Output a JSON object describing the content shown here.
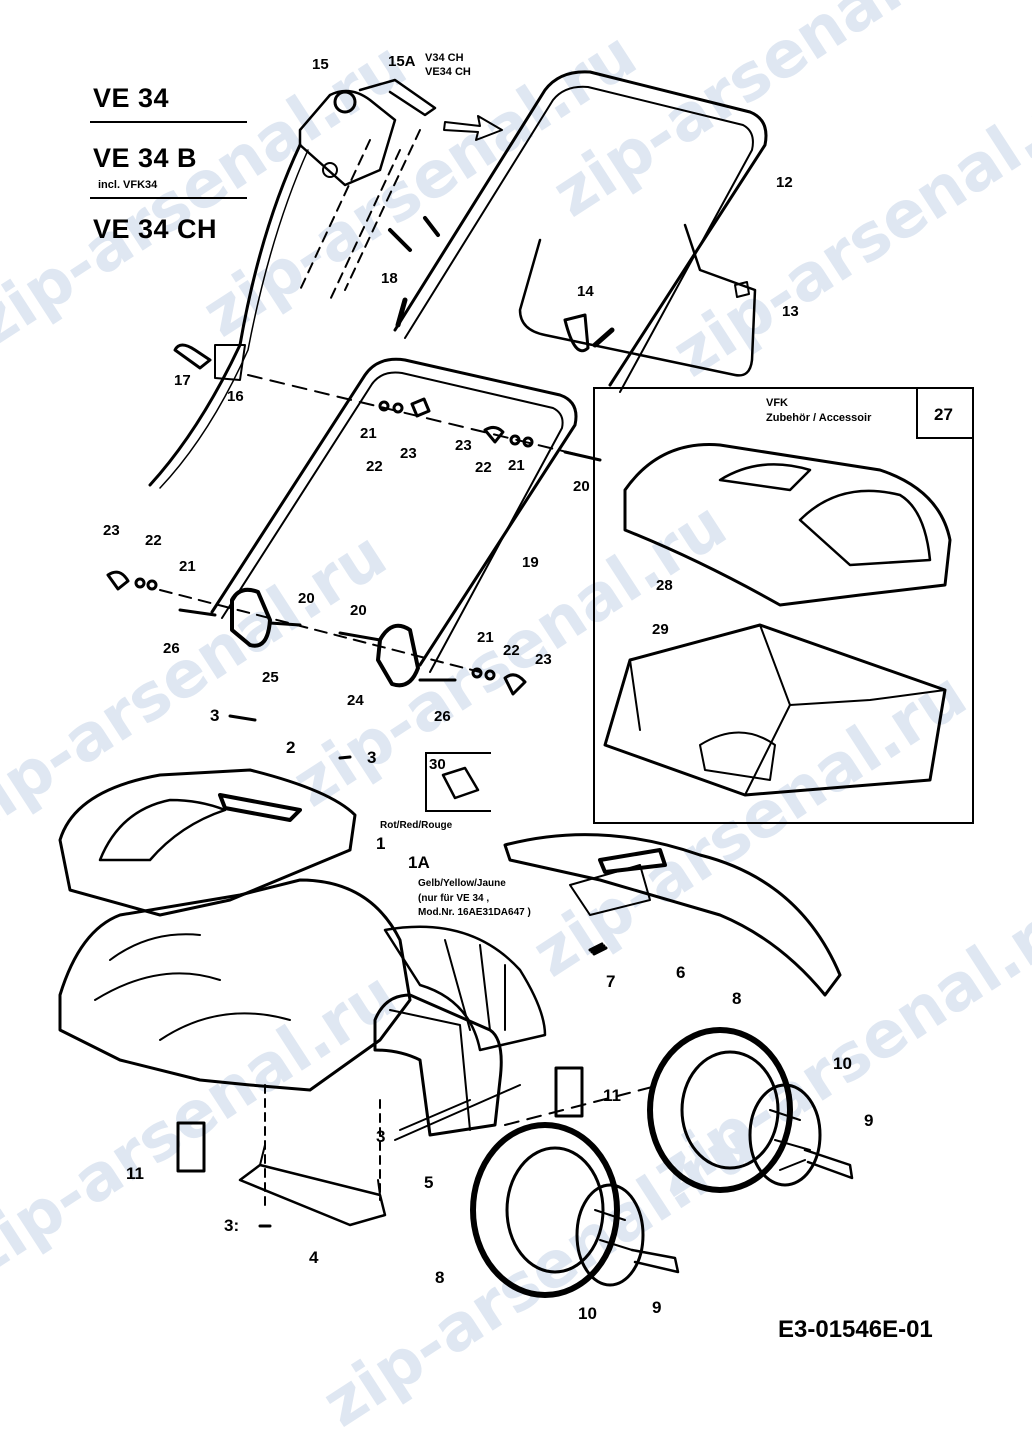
{
  "models": {
    "m1": "VE 34",
    "m2": "VE 34 B",
    "m2_note": "incl. VFK34",
    "m3": "VE 34 CH"
  },
  "drawing_code": "E3-01546E-01",
  "handle_variant_labels": [
    "V34 CH",
    "VE34 CH"
  ],
  "accessory_box": {
    "title_line1": "VFK",
    "title_line2": "Zubehör / Accessoir",
    "number": "27"
  },
  "wire_notes": {
    "red": "Rot/Red/Rouge",
    "yellow_line1": "Gelb/Yellow/Jaune",
    "yellow_line2": "(nur für VE 34 ,",
    "yellow_line3": "Mod.Nr. 16AE31DA647 )"
  },
  "watermark": "zip-arsenal.ru",
  "callouts": {
    "c15": "15",
    "c15a": "15A",
    "c12": "12",
    "c13": "13",
    "c14": "14",
    "c18": "18",
    "c17": "17",
    "c16": "16",
    "c19": "19",
    "c21a": "21",
    "c22a": "22",
    "c23a": "23",
    "c23b": "23",
    "c22b": "22",
    "c21b": "21",
    "c20a": "20",
    "c23c": "23",
    "c22c": "22",
    "c21c": "21",
    "c26a": "26",
    "c20b": "20",
    "c25": "25",
    "c20c": "20",
    "c24": "24",
    "c21d": "21",
    "c22d": "22",
    "c23d": "23",
    "c26b": "26",
    "c28": "28",
    "c29": "29",
    "c3a": "3",
    "c2": "2",
    "c3b": "3",
    "c30": "30",
    "c1": "1",
    "c1a": "1A",
    "c7": "7",
    "c6": "6",
    "c8a": "8",
    "c10a": "10",
    "c9a": "9",
    "c11a": "11",
    "c3c": "3",
    "c5": "5",
    "c11b": "11",
    "c3d": "3:",
    "c4": "4",
    "c8b": "8",
    "c10b": "10",
    "c9b": "9"
  }
}
